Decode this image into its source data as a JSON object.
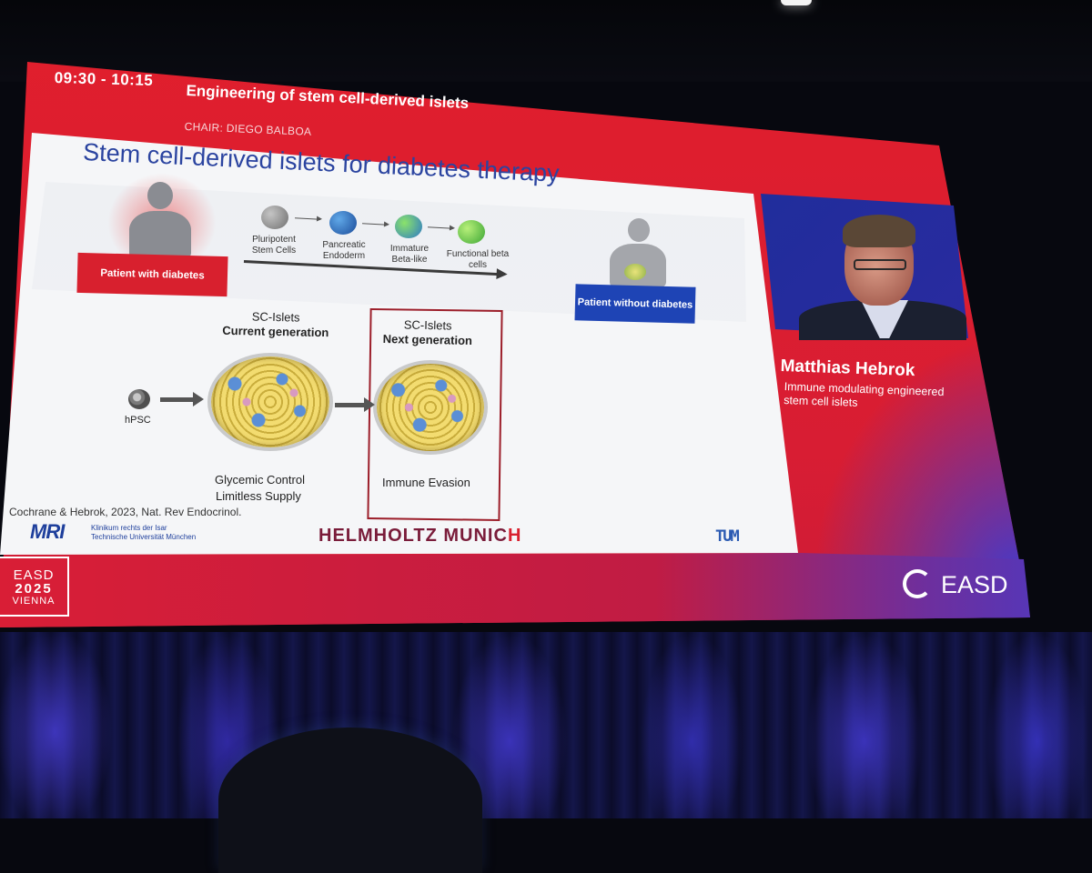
{
  "session": {
    "time": "09:30 - 10:15",
    "title": "Engineering of stem cell-derived islets",
    "chair": "CHAIR: DIEGO BALBOA"
  },
  "slide": {
    "title": "Stem cell-derived islets for diabetes therapy",
    "patient_with": "Patient with diabetes",
    "patient_without": "Patient without diabetes",
    "steps": [
      {
        "label": "Pluripotent Stem Cells"
      },
      {
        "label": "Pancreatic Endoderm"
      },
      {
        "label": "Immature Beta-like"
      },
      {
        "label": "Functional beta cells"
      }
    ],
    "current_gen_line1": "SC-Islets",
    "current_gen_line2": "Current generation",
    "next_gen_line1": "SC-Islets",
    "next_gen_line2": "Next generation",
    "hpsc_label": "hPSC",
    "glycemic": "Glycemic Control",
    "limitless": "Limitless Supply",
    "immune_evasion": "Immune Evasion",
    "citation": "Cochrane & Hebrok, 2023, Nat. Rev Endocrinol.",
    "logos": {
      "mri": "MRI",
      "mri_line1": "Klinikum rechts der Isar",
      "mri_line2": "Technische Universität München",
      "helmholtz_a": "HELMHOLTZ MUNIC",
      "helmholtz_b": "H",
      "tum": "TUM"
    }
  },
  "speaker": {
    "name": "Matthias Hebrok",
    "topic_line1": "Immune modulating engineered",
    "topic_line2": "stem cell islets"
  },
  "branding": {
    "badge_line1": "EASD",
    "badge_line2": "2025",
    "badge_line3": "VIENNA",
    "easd": "EASD"
  }
}
